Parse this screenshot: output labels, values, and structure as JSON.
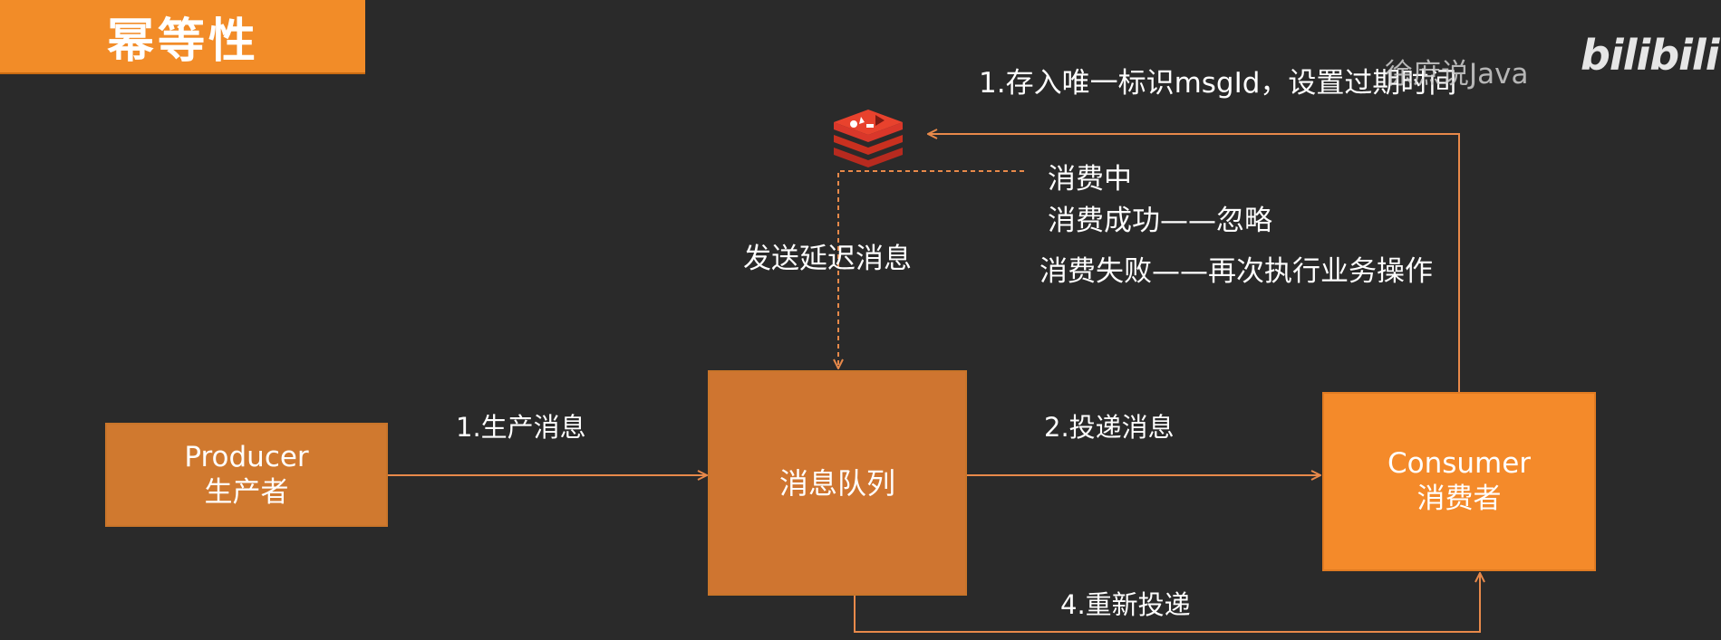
{
  "title": "幂等性",
  "nodes": {
    "producer": {
      "name": "Producer",
      "subtitle": "生产者"
    },
    "queue": {
      "name": "消息队列"
    },
    "consumer": {
      "name": "Consumer",
      "subtitle": "消费者"
    }
  },
  "edges": {
    "produce": "1.生产消息",
    "deliver": "2.投递消息",
    "redeliver": "4.重新投递",
    "delay": "发送延迟消息",
    "store": "1.存入唯一标识msgId，设置过期时间"
  },
  "states": {
    "consuming": "消费中",
    "success": "消费成功——忽略",
    "fail": "消费失败——再次执行业务操作"
  },
  "watermark": {
    "name": "徐庶说Java",
    "brand": "bilibili"
  },
  "icons": {
    "cache": "redis-icon"
  },
  "colors": {
    "background": "#2a2a2a",
    "accent": "#f28c28",
    "node_dark": "#cf7530",
    "node_bright": "#f48a2a",
    "arrow": "#e8894a"
  }
}
